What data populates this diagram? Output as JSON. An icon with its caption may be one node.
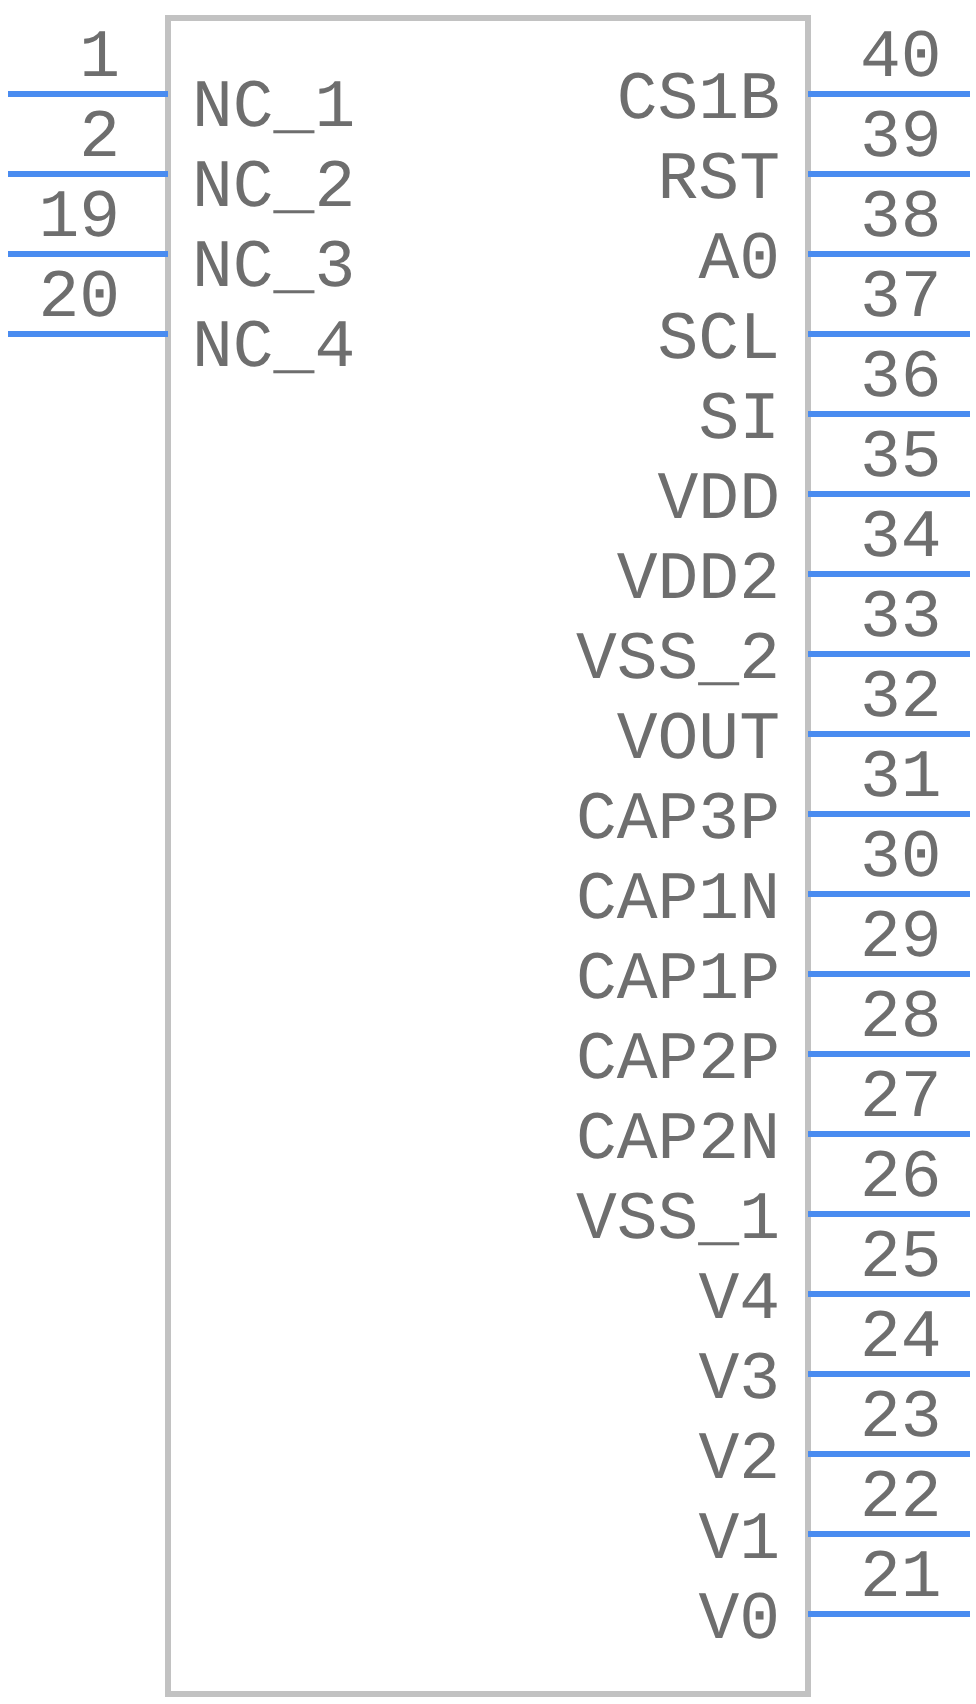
{
  "diagram": {
    "labels": [
      "1",
      "NC_1",
      "CS1B",
      "40",
      "2",
      "NC_2",
      "RST",
      "39",
      "19",
      "NC_3",
      "A0",
      "38",
      "20",
      "NC_4",
      "SCL",
      "37",
      "SI",
      "36",
      "VDD",
      "35",
      "VDD2",
      "34",
      "VSS_2",
      "33",
      "VOUT",
      "32",
      "CAP3P",
      "31",
      "CAP1N",
      "30",
      "CAP1P",
      "29",
      "CAP2P",
      "28",
      "CAP2N",
      "27",
      "VSS_1",
      "26",
      "V4",
      "25",
      "V3",
      "24",
      "V2",
      "23",
      "V1",
      "22",
      "V0",
      "21"
    ]
  }
}
